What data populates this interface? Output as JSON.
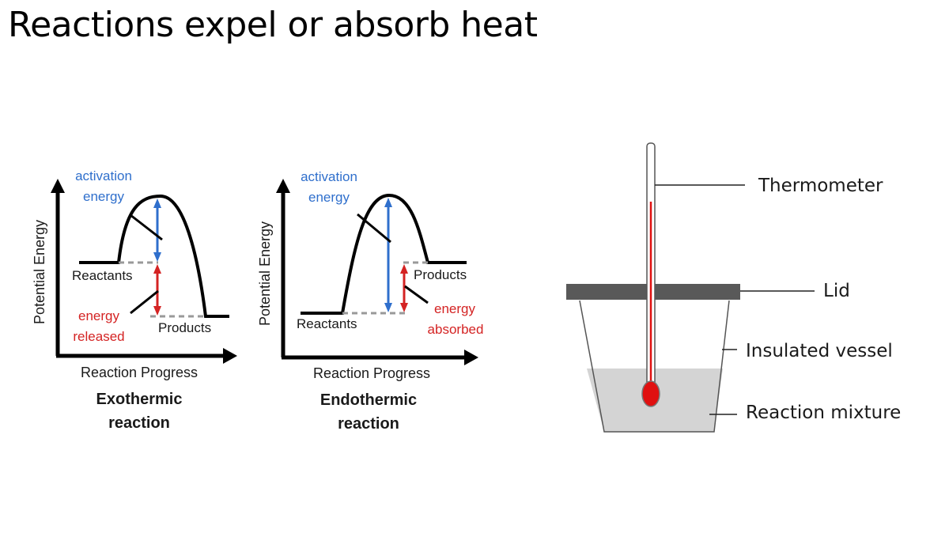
{
  "title": "Reactions expel or absorb heat",
  "colors": {
    "activation": "#2f6fcc",
    "energy_change": "#d42323",
    "thermometer_fluid": "#e01010",
    "lid": "#595959",
    "mixture": "#d4d4d4"
  },
  "exothermic": {
    "activation_line1": "activation",
    "activation_line2": "energy",
    "y_axis": "Potential Energy",
    "x_axis": "Reaction Progress",
    "reactants": "Reactants",
    "products": "Products",
    "energy_line1": "energy",
    "energy_line2": "released",
    "caption_line1": "Exothermic",
    "caption_line2": "reaction"
  },
  "endothermic": {
    "activation_line1": "activation",
    "activation_line2": "energy",
    "y_axis": "Potential Energy",
    "x_axis": "Reaction Progress",
    "reactants": "Reactants",
    "products": "Products",
    "energy_line1": "energy",
    "energy_line2": "absorbed",
    "caption_line1": "Endothermic",
    "caption_line2": "reaction"
  },
  "apparatus": {
    "thermometer": "Thermometer",
    "lid": "Lid",
    "vessel": "Insulated vessel",
    "mixture": "Reaction mixture"
  }
}
